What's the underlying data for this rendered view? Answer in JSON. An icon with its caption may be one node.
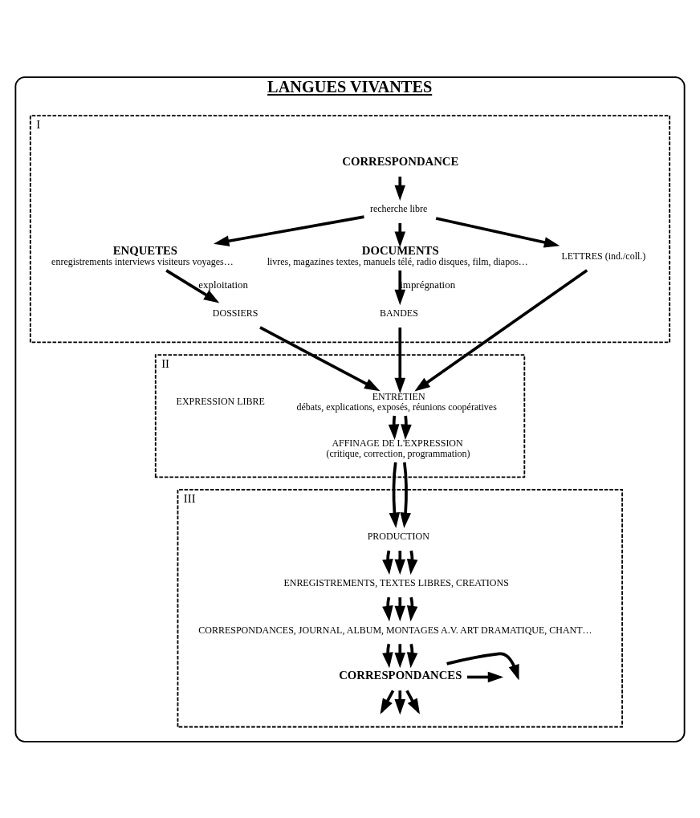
{
  "diagram": {
    "nodes": [
      {
        "text": [
          "LANGUES VIVANTES"
        ]
      },
      {
        "text": [
          "I"
        ],
        "in": 0
      },
      {
        "text": [
          "CORRESPONDANCE"
        ],
        "in": 1
      },
      {
        "text": [
          "recherche libre"
        ],
        "in": 1
      },
      {
        "text": [
          "ENQUETES",
          "enregistrements interviews visiteurs voyages…"
        ],
        "in": 1
      },
      {
        "text": [
          "DOCUMENTS",
          "livres, magazines textes, manuels télé, radio disques, film, diapos…"
        ],
        "in": 1
      },
      {
        "text": [
          "LETTRES (ind./coll.)"
        ],
        "in": 1
      },
      {
        "text": [
          "DOSSIERS"
        ],
        "in": 1
      },
      {
        "text": [
          "BANDES"
        ],
        "in": 1
      },
      {
        "text": [
          "II"
        ],
        "in": 0
      },
      {
        "text": [
          "ENTRETIEN",
          "débats, explications, exposés, réunions coopératives"
        ],
        "in": 9
      },
      {
        "text": [
          "EXPRESSION LIBRE"
        ],
        "in": 9
      },
      {
        "text": [
          "AFFINAGE DE L'EXPRESSION",
          "(critique, correction, programmation)"
        ],
        "in": 9
      },
      {
        "text": [
          "III"
        ],
        "in": 0
      },
      {
        "text": [
          "PRODUCTION"
        ],
        "in": 13
      },
      {
        "text": [
          "ENREGISTREMENTS, TEXTES LIBRES, CREATIONS"
        ],
        "in": 13
      },
      {
        "text": [
          "CORRESPONDANCES, JOURNAL, ALBUM, MONTAGES A.V. ART DRAMATIQUE, CHANT…"
        ],
        "in": 13
      },
      {
        "text": [
          "CORRESPONDANCES"
        ],
        "in": 13
      }
    ],
    "edges": [
      {
        "from": 2,
        "to": 3,
        "arrow": "to"
      },
      {
        "from": 3,
        "to": 4,
        "arrow": "to"
      },
      {
        "from": 3,
        "to": 5,
        "arrow": "to"
      },
      {
        "from": 3,
        "to": 6,
        "arrow": "to"
      },
      {
        "from": 4,
        "to": 7,
        "label": "exploitation",
        "arrow": "to"
      },
      {
        "from": 5,
        "to": 8,
        "label": "imprégnation",
        "arrow": "to"
      },
      {
        "from": 7,
        "to": 10,
        "arrow": "to"
      },
      {
        "from": 6,
        "to": 10,
        "arrow": "to"
      },
      {
        "from": 8,
        "to": 10,
        "arrow": "to"
      },
      {
        "from": 10,
        "to": 12,
        "arrow": "to"
      },
      {
        "from": 10,
        "to": 12,
        "arrow": "to"
      },
      {
        "from": 12,
        "to": 14,
        "arrow": "to"
      },
      {
        "from": 12,
        "to": 14,
        "arrow": "to"
      },
      {
        "from": 14,
        "to": 15,
        "arrow": "to"
      },
      {
        "from": 14,
        "to": 15,
        "arrow": "to"
      },
      {
        "from": 14,
        "to": 15,
        "arrow": "to"
      },
      {
        "from": 15,
        "to": 16,
        "arrow": "to"
      },
      {
        "from": 15,
        "to": 16,
        "arrow": "to"
      },
      {
        "from": 15,
        "to": 16,
        "arrow": "to"
      },
      {
        "from": 16,
        "to": 17,
        "arrow": "to"
      },
      {
        "from": 16,
        "to": 17,
        "arrow": "to"
      },
      {
        "from": 16,
        "to": 17,
        "arrow": "to"
      },
      {
        "from": 17,
        "to": null,
        "arrow": "to"
      },
      {
        "from": 17,
        "to": null,
        "arrow": "to"
      },
      {
        "from": 17,
        "to": null,
        "arrow": "to"
      },
      {
        "from": 17,
        "to": null,
        "arrow": "to"
      },
      {
        "from": 17,
        "to": null,
        "arrow": "to"
      }
    ]
  }
}
